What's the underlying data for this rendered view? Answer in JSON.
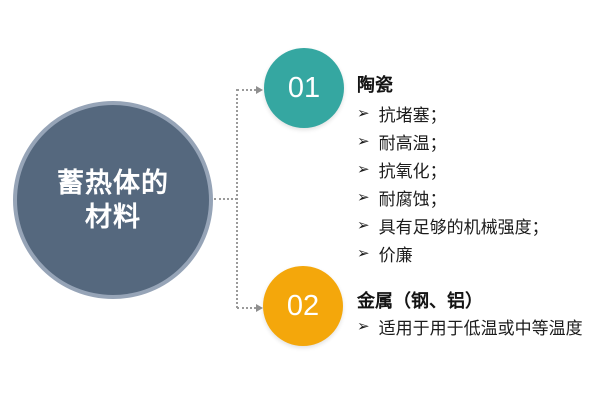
{
  "ui": {
    "bullet_marker": "➢"
  },
  "colors": {
    "main_circle_fill": "#55687e",
    "main_circle_border": "#96a4b7",
    "accent_teal": "#35a7a1",
    "accent_orange": "#f4a70b",
    "connector_gray": "#9a9a9a",
    "text_dark": "#1c1c1c"
  },
  "main_circle": {
    "line1": "蓄热体的",
    "line2": "材料"
  },
  "items": [
    {
      "number": "01",
      "color": "#35a7a1",
      "heading": "陶瓷",
      "bullets": [
        "抗堵塞；",
        "耐高温；",
        "抗氧化；",
        "耐腐蚀；",
        "具有足够的机械强度；",
        "价廉"
      ]
    },
    {
      "number": "02",
      "color": "#f4a70b",
      "heading": "金属（钢、铝）",
      "bullets": [
        "适用于用于低温或中等温度"
      ]
    }
  ]
}
